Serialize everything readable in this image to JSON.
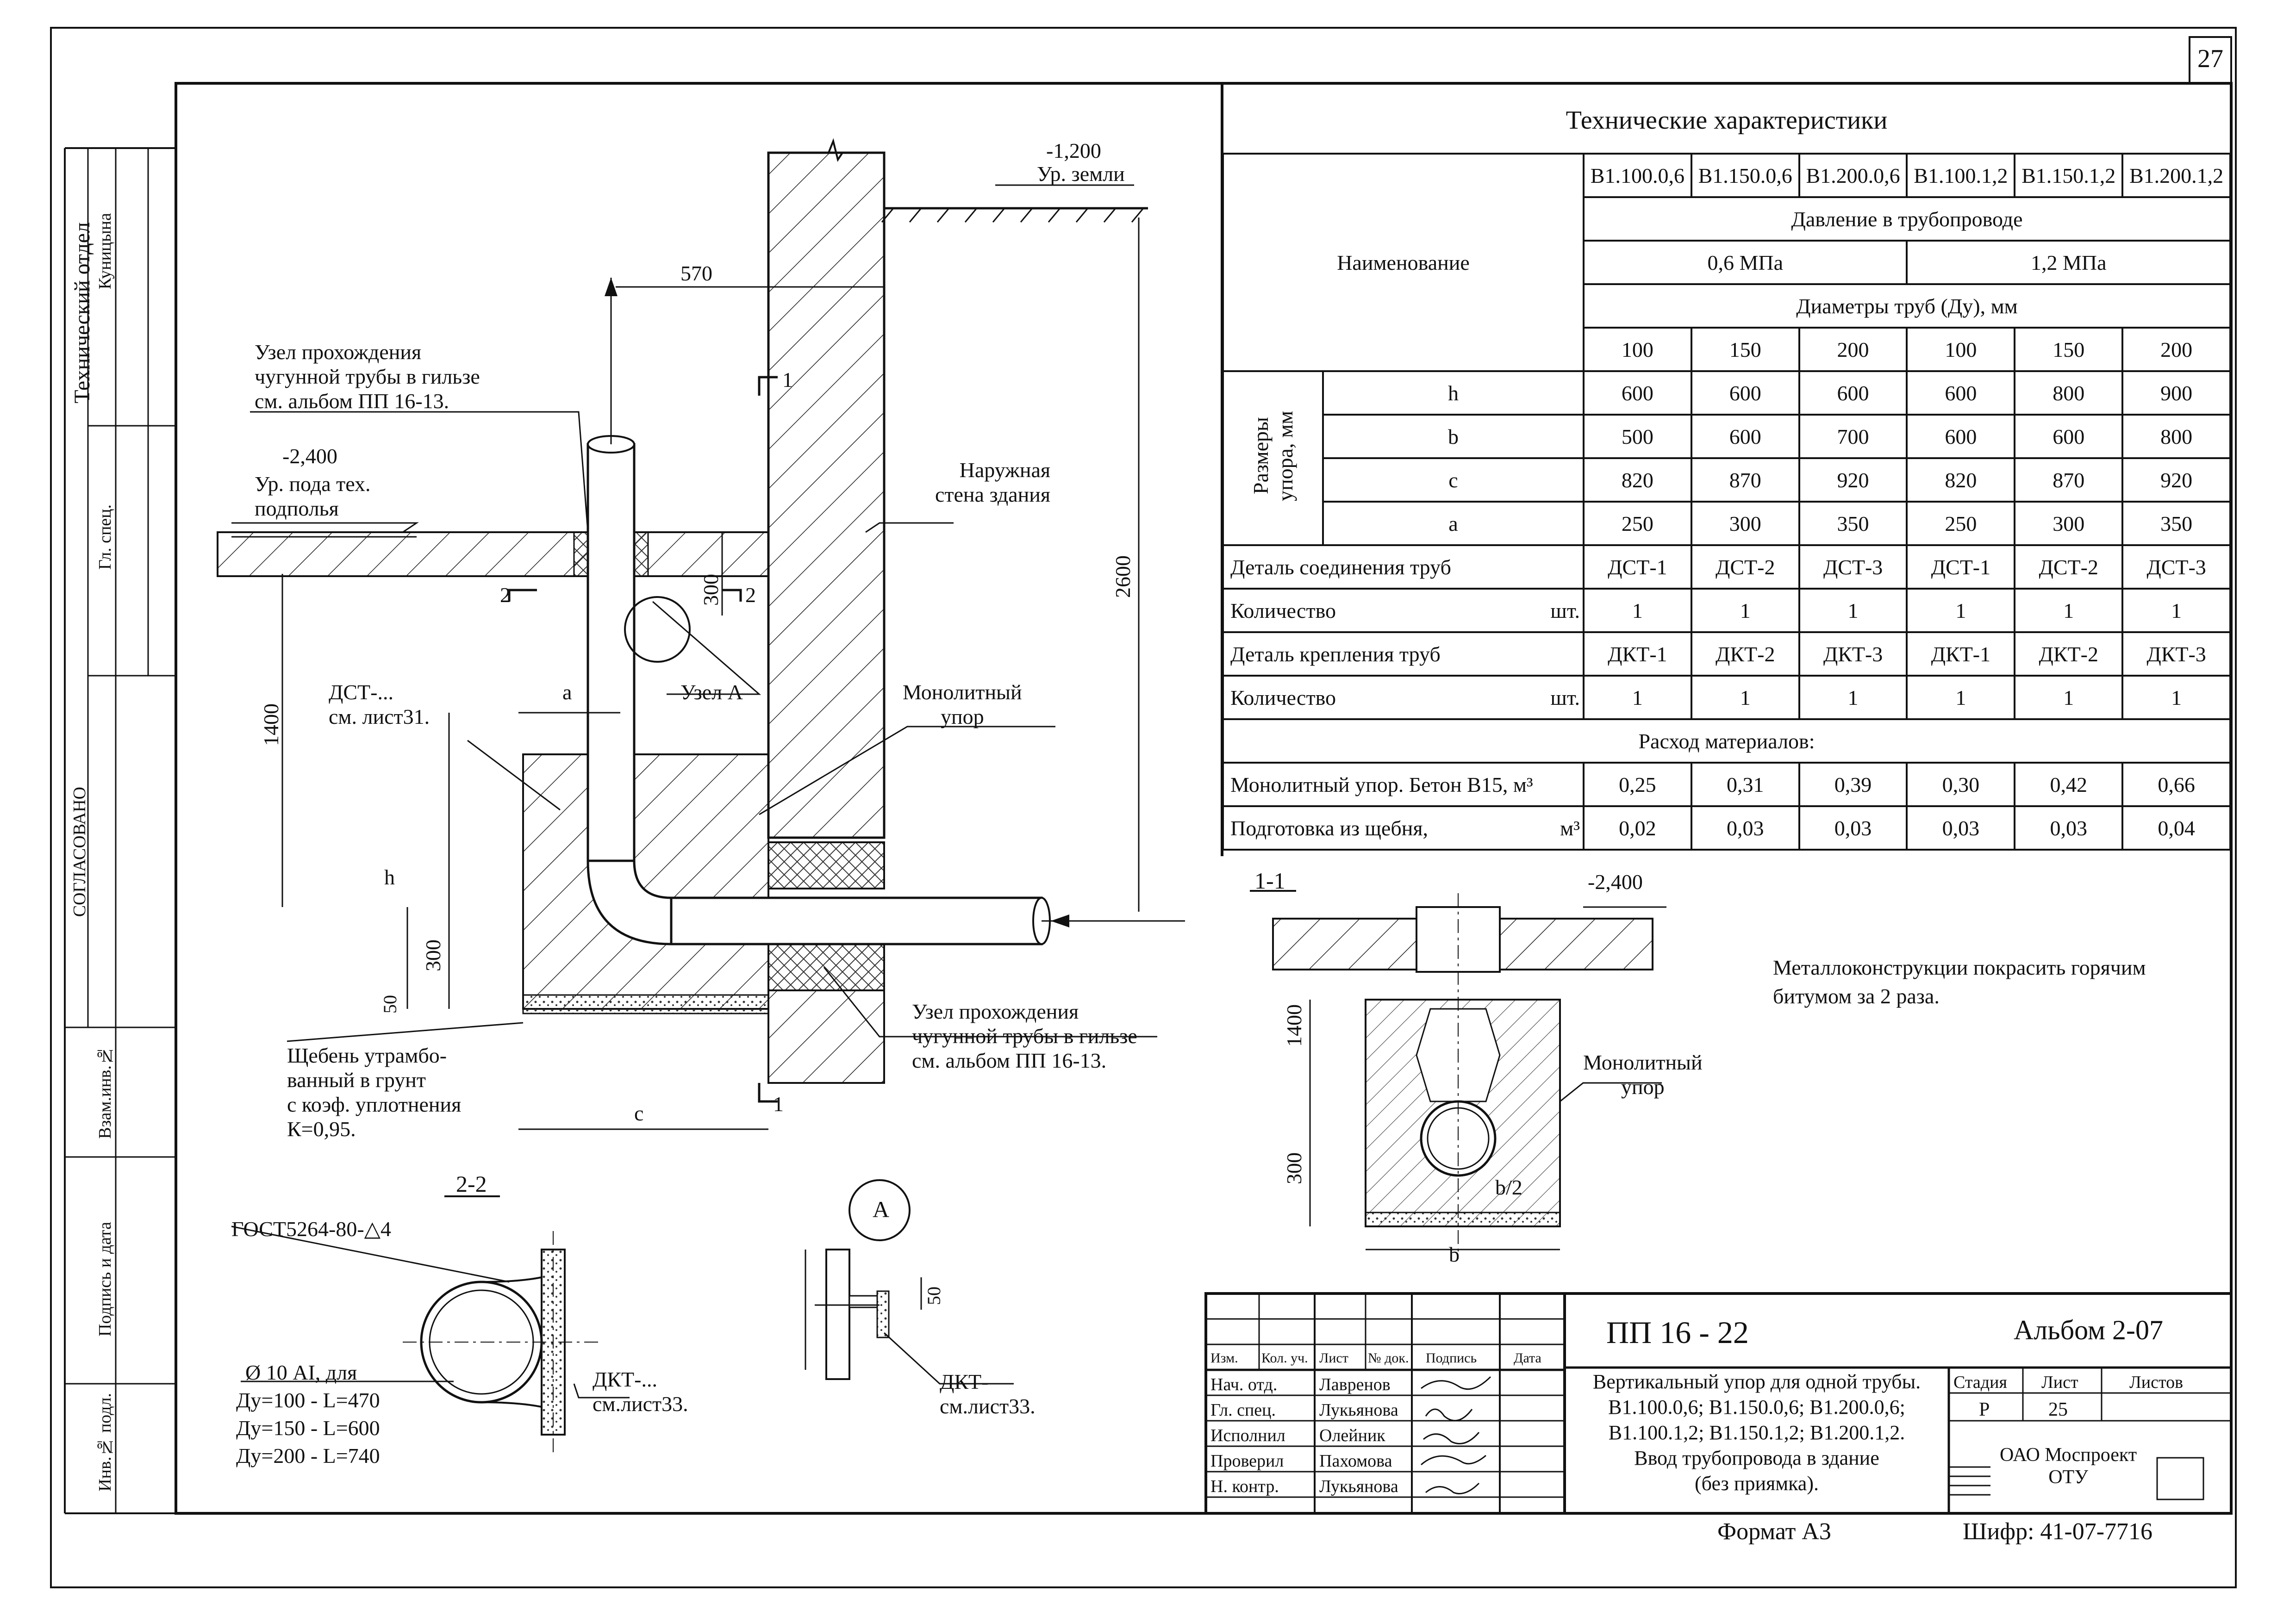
{
  "page_number": "27",
  "sheet": {
    "side_labels": {
      "tech_dept": "Технический отдел",
      "gl_spec": "Гл. спец.",
      "kunitsyna": "Куницына",
      "soglasovano": "СОГЛАСОВАНО",
      "vzam_inv": "Взам.инв.№",
      "podpis_data": "Подпись и дата",
      "inv_podl": "Инв.№ подл."
    }
  },
  "specs": {
    "title": "Технические характеристики",
    "name_header": "Наименование",
    "models": [
      "В1.100.0,6",
      "В1.150.0,6",
      "В1.200.0,6",
      "В1.100.1,2",
      "В1.150.1,2",
      "В1.200.1,2"
    ],
    "pressure_header": "Давление в трубопроводе",
    "pressure_values": [
      "0,6 МПа",
      "1,2 МПа"
    ],
    "diam_header": "Диаметры труб (Ду),  мм",
    "diameters": [
      "100",
      "150",
      "200",
      "100",
      "150",
      "200"
    ],
    "sizes_label": "Размеры упора,  мм",
    "size_rows": [
      {
        "label": "h",
        "values": [
          "600",
          "600",
          "600",
          "600",
          "800",
          "900"
        ]
      },
      {
        "label": "b",
        "values": [
          "500",
          "600",
          "700",
          "600",
          "600",
          "800"
        ]
      },
      {
        "label": "c",
        "values": [
          "820",
          "870",
          "920",
          "820",
          "870",
          "920"
        ]
      },
      {
        "label": "a",
        "values": [
          "250",
          "300",
          "350",
          "250",
          "300",
          "350"
        ]
      }
    ],
    "detail_conn": {
      "label": "Деталь соединения труб",
      "values": [
        "ДСТ-1",
        "ДСТ-2",
        "ДСТ-3",
        "ДСТ-1",
        "ДСТ-2",
        "ДСТ-3"
      ]
    },
    "qty1": {
      "label": "Количество",
      "unit": "шт.",
      "values": [
        "1",
        "1",
        "1",
        "1",
        "1",
        "1"
      ]
    },
    "detail_fix": {
      "label": "Деталь крепления труб",
      "values": [
        "ДКТ-1",
        "ДКТ-2",
        "ДКТ-3",
        "ДКТ-1",
        "ДКТ-2",
        "ДКТ-3"
      ]
    },
    "qty2": {
      "label": "Количество",
      "unit": "шт.",
      "values": [
        "1",
        "1",
        "1",
        "1",
        "1",
        "1"
      ]
    },
    "materials_header": "Расход материалов:",
    "concrete": {
      "label": "Монолитный упор. Бетон В15, м³",
      "values": [
        "0,25",
        "0,31",
        "0,39",
        "0,30",
        "0,42",
        "0,66"
      ]
    },
    "gravel": {
      "label": "Подготовка из щебня,",
      "unit": "м³",
      "values": [
        "0,02",
        "0,03",
        "0,03",
        "0,03",
        "0,03",
        "0,04"
      ]
    }
  },
  "note": "Металлоконструкции покрасить горячим битумом за 2 раза.",
  "main_drawing": {
    "level_ground": "-1,200",
    "ground_label": "Ур. земли",
    "dim_570": "570",
    "dim_2600": "2600",
    "dim_1400": "1400",
    "dim_300": "300",
    "dim_300b": "300",
    "dim_50": "50",
    "dim_a": "a",
    "dim_h": "h",
    "dim_c": "c",
    "section1": "1",
    "section2": "2",
    "node_pass_top": "Узел прохождения\nчугунной трубы в гильзе\nсм. альбом ПП 16-13.",
    "floor_level": "-2,400",
    "floor_label": "Ур. пода тех.\nподполья",
    "outer_wall": "Наружная\nстена здания",
    "dst": "ДСТ-...\nсм. лист31.",
    "node_a": "Узел А",
    "monolith": "Монолитный\nупор",
    "node_pass_bottom": "Узел прохождения\nчугунной трубы в гильзе\nсм. альбом ПП 16-13.",
    "gravel_note": "Щебень утрамбо-\nванный в грунт\nс коэф. уплотнения\nК=0,95."
  },
  "section_2_2": {
    "title": "2-2",
    "gost": "ГОСТ5264-80-△4",
    "rod": "Ø 10 АI, для",
    "rod_lines": [
      "Ду=100 - L=470",
      "Ду=150 - L=600",
      "Ду=200 - L=740"
    ],
    "dkt": "ДКТ-...\nсм.лист33."
  },
  "node_A": {
    "title": "А",
    "dim_50": "50",
    "dkt": "ДКТ-\nсм.лист33."
  },
  "section_1_1": {
    "title": "1-1",
    "level": "-2,400",
    "dim_1400": "1400",
    "dim_300": "300",
    "b_half": "b/2",
    "b": "b",
    "monolith": "Монолитный\nупор"
  },
  "stamp": {
    "code": "ПП   16 - 22",
    "album": "Альбом 2-07",
    "col_headers": [
      "Изм.",
      "Кол. уч.",
      "Лист",
      "№ док.",
      "Подпись",
      "Дата"
    ],
    "people": [
      {
        "role": "Нач. отд.",
        "name": "Лавренов"
      },
      {
        "role": "Гл. спец.",
        "name": "Лукьянова"
      },
      {
        "role": "Исполнил",
        "name": "Олейник"
      },
      {
        "role": "Проверил",
        "name": "Пахомова"
      },
      {
        "role": "Н. контр.",
        "name": "Лукьянова"
      }
    ],
    "title_lines": [
      "Вертикальный упор для одной трубы.",
      "В1.100.0,6; В1.150.0,6; В1.200.0,6;",
      "В1.100.1,2; В1.150.1,2; В1.200.1,2.",
      "Ввод трубопровода в здание",
      "(без приямка)."
    ],
    "stage_header": "Стадия",
    "sheet_header": "Лист",
    "sheets_header": "Листов",
    "stage": "Р",
    "sheet": "25",
    "org": "ОАО Моспроект\nОТУ"
  },
  "format": "Формат А3",
  "cipher": "Шифр: 41-07-7716"
}
